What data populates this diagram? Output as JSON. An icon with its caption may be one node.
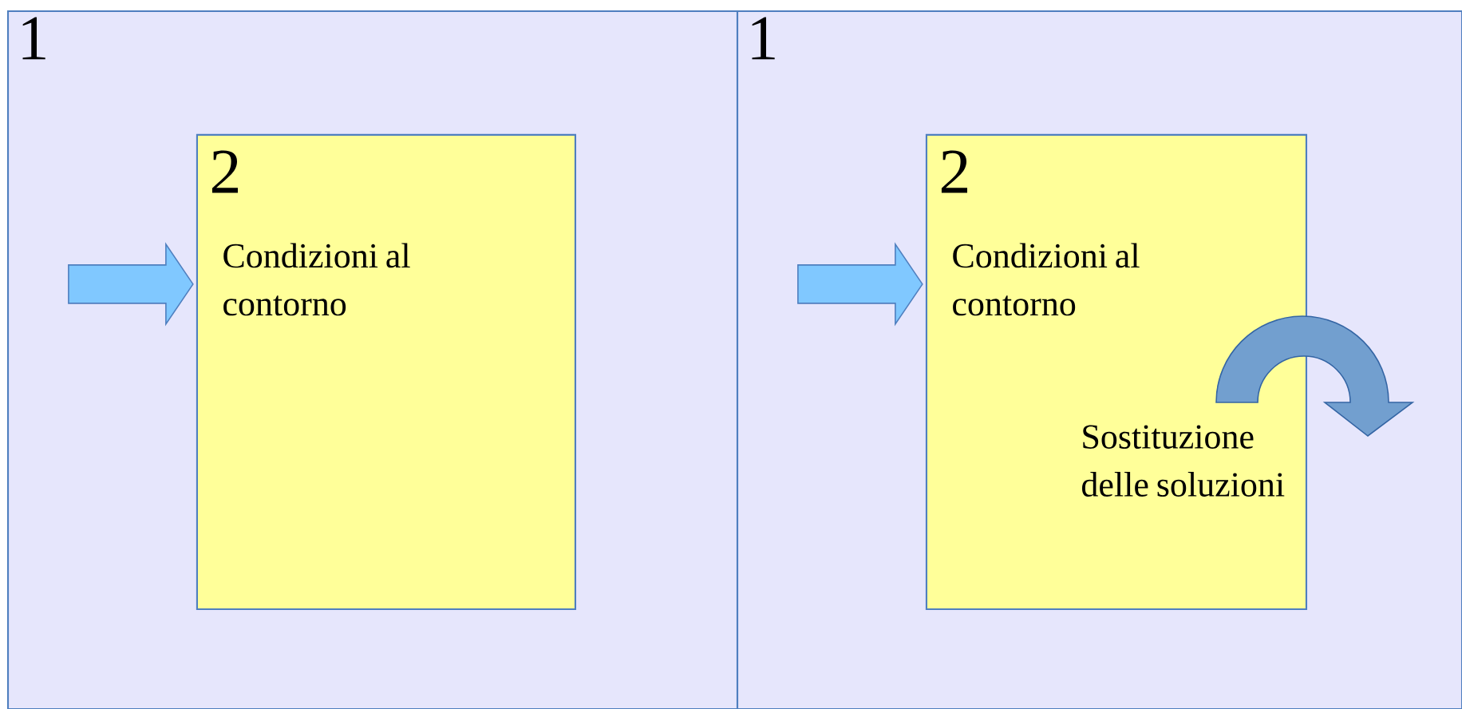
{
  "diagram": {
    "nodes": [
      {
        "text": [
          "1"
        ]
      },
      {
        "text": [
          "2",
          "Condizioni al contorno"
        ],
        "in": 0
      },
      {
        "text": [
          "1"
        ]
      },
      {
        "text": [
          "2",
          "Condizioni al contorno",
          "Sostituzione delle soluzioni"
        ],
        "in": 2
      }
    ],
    "edges": [
      {
        "from": null,
        "to": 1,
        "arrow": "to"
      },
      {
        "from": null,
        "to": 3,
        "arrow": "to"
      },
      {
        "from": 3,
        "to": null,
        "arrow": "to"
      }
    ]
  }
}
